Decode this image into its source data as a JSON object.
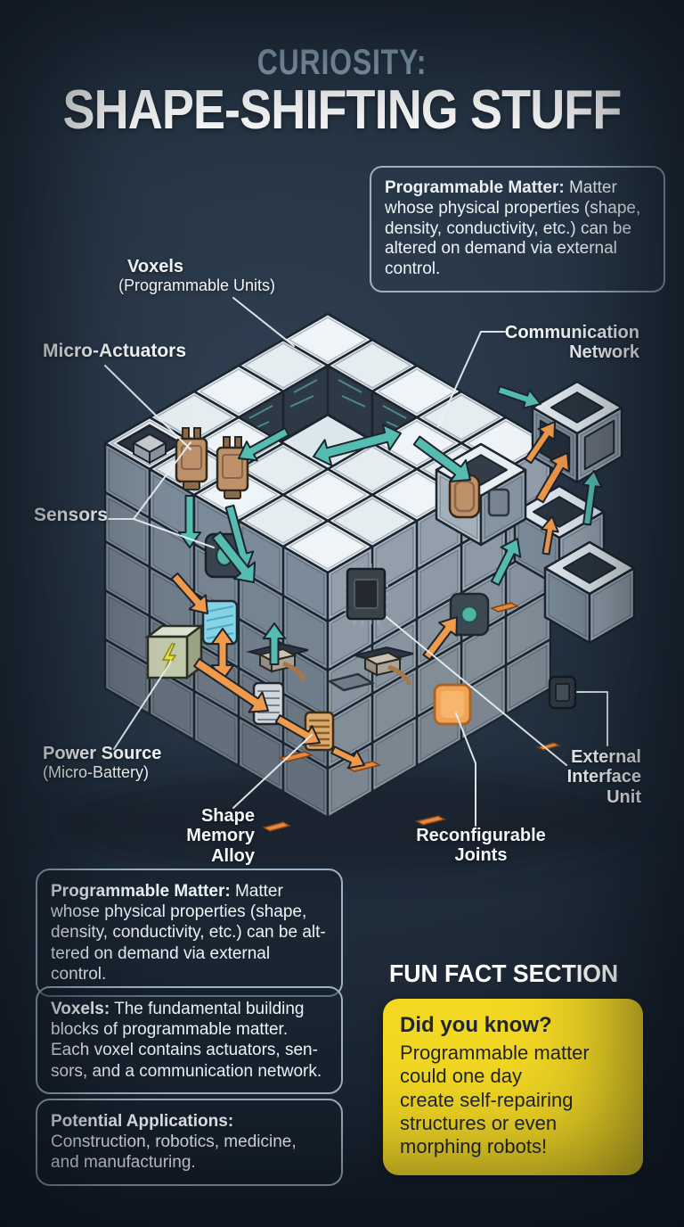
{
  "header": {
    "kicker": "CURIOSITY:",
    "title": "SHAPE-SHIFTING STUFF"
  },
  "definition_box": {
    "lead": "Programmable Matter:",
    "text": " Matter whose physical properties (shape, density, conductivity, etc.) can be altered on demand via external control."
  },
  "diagram_labels": {
    "voxels_title": "Voxels",
    "voxels_sub": "(Programmable Units)",
    "micro_actuators": "Micro-Actuators",
    "communication_1": "Communication",
    "communication_2": "Network",
    "sensors": "Sensors",
    "power_title": "Power Source",
    "power_sub": "(Micro-Battery)",
    "shape_memory_1": "Shape Memory",
    "shape_memory_2": "Alloy",
    "external_1": "External",
    "external_2": "Interface",
    "external_3": "Unit",
    "reconfigurable_1": "Reconfigurable",
    "reconfigurable_2": "Joints"
  },
  "info_boxes": [
    {
      "lead": "Programmable Matter:",
      "text": " Matter whose physical properties (shape, density, conductivity, etc.) can be alt-tered on demand via external control."
    },
    {
      "lead": "Voxels:",
      "text": " The fundamental building blocks of programmable matter. Each voxel contains actuators, sen-sors, and a communication network."
    },
    {
      "lead": "Potential Applications:",
      "text": "Construction, robotics, medicine, and manufacturing."
    }
  ],
  "fun_fact": {
    "heading": "FUN FACT SECTION",
    "lead": "Did you know?",
    "lines": [
      "Programmable matter",
      "could one day",
      "create self-repairing",
      "structures or even",
      "morphing robots!"
    ]
  },
  "colors": {
    "background": "#202c3a",
    "accent_teal": "#55bcb1",
    "accent_orange": "#f09a4b",
    "fact_yellow": "#f2d723",
    "cube_top": "#e2ebf1",
    "cube_left": "#8b9bab",
    "cube_right": "#a4b3c0",
    "outline": "#1c252e",
    "box_border": "#9db2c2",
    "panel_dark": "#2d3945",
    "leader_line": "#edf2f5"
  }
}
